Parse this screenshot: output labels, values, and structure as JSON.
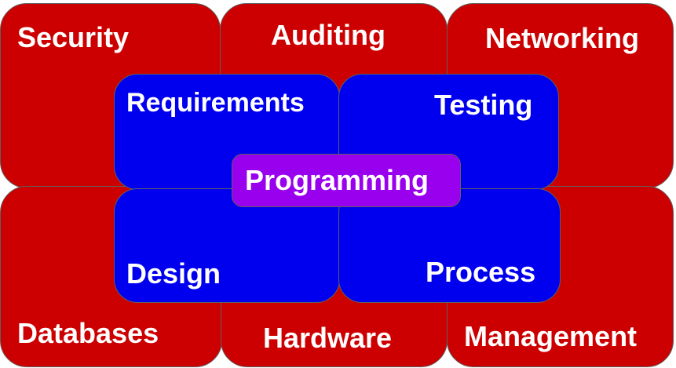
{
  "colors": {
    "outer": "#cc0000",
    "inner": "#0000ee",
    "core": "#9900ee",
    "text": "#ffffff"
  },
  "outer_areas": {
    "security": "Security",
    "auditing": "Auditing",
    "networking": "Networking",
    "databases": "Databases",
    "hardware": "Hardware",
    "management": "Management"
  },
  "inner_areas": {
    "requirements": "Requirements",
    "testing": "Testing",
    "design": "Design",
    "process": "Process"
  },
  "core": {
    "programming": "Programming"
  }
}
